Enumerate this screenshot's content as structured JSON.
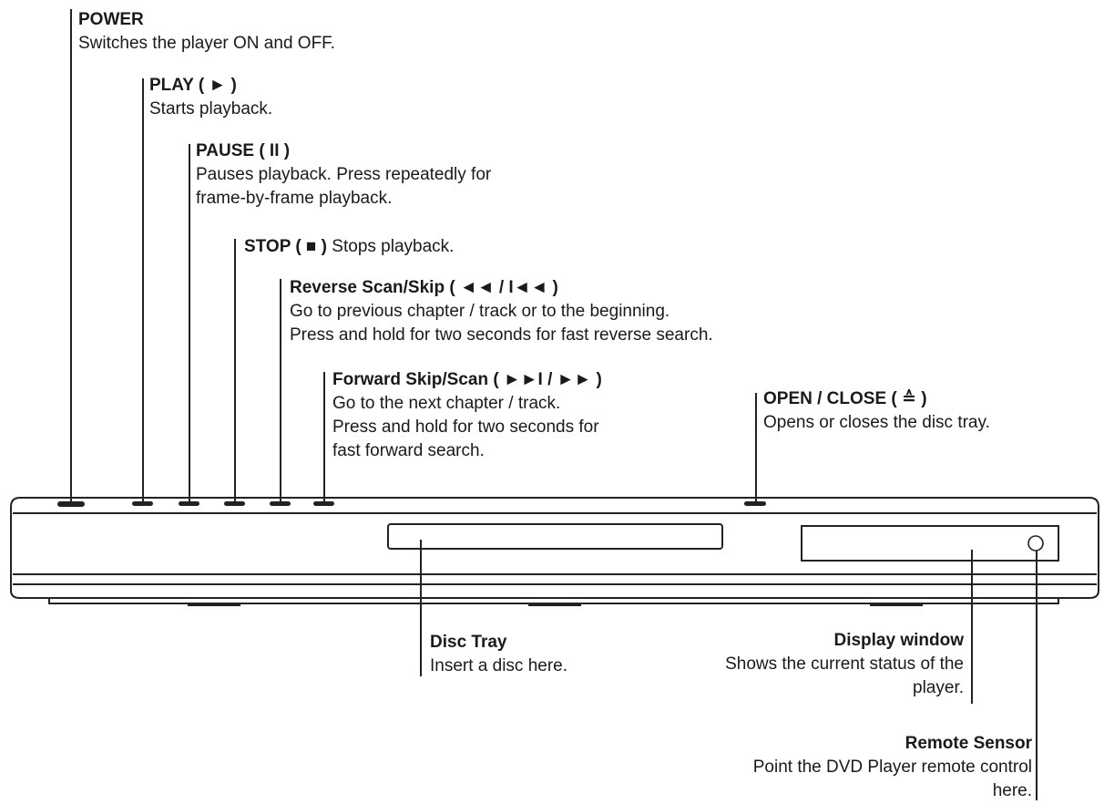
{
  "labels": {
    "power": {
      "title": "POWER",
      "lines": [
        "Switches the player ON and OFF."
      ]
    },
    "play": {
      "title": "PLAY ( ► )",
      "lines": [
        "Starts playback."
      ]
    },
    "pause": {
      "title": "PAUSE ( II )",
      "lines": [
        "Pauses playback. Press repeatedly for",
        "frame-by-frame playback."
      ]
    },
    "stop": {
      "title": "STOP ( ■ )",
      "desc": "Stops playback."
    },
    "reverse": {
      "title": "Reverse Scan/Skip ( ◄◄ / I◄◄ )",
      "lines": [
        "Go to previous chapter / track or to the beginning.",
        "Press and hold for two seconds for fast reverse search."
      ]
    },
    "forward": {
      "title": "Forward Skip/Scan ( ►►I / ►► )",
      "lines": [
        "Go to the next chapter / track.",
        "Press and hold for two seconds for",
        "fast forward search."
      ]
    },
    "open_close": {
      "title": "OPEN / CLOSE ( ≙ )",
      "lines": [
        "Opens or closes the disc tray."
      ]
    },
    "disc_tray": {
      "title": "Disc Tray",
      "lines": [
        "Insert a disc here."
      ]
    },
    "display_window": {
      "title": "Display window",
      "lines": [
        "Shows the current status of the",
        "player."
      ]
    },
    "remote_sensor": {
      "title": "Remote Sensor",
      "lines": [
        "Point the DVD Player remote control",
        "here."
      ]
    }
  }
}
